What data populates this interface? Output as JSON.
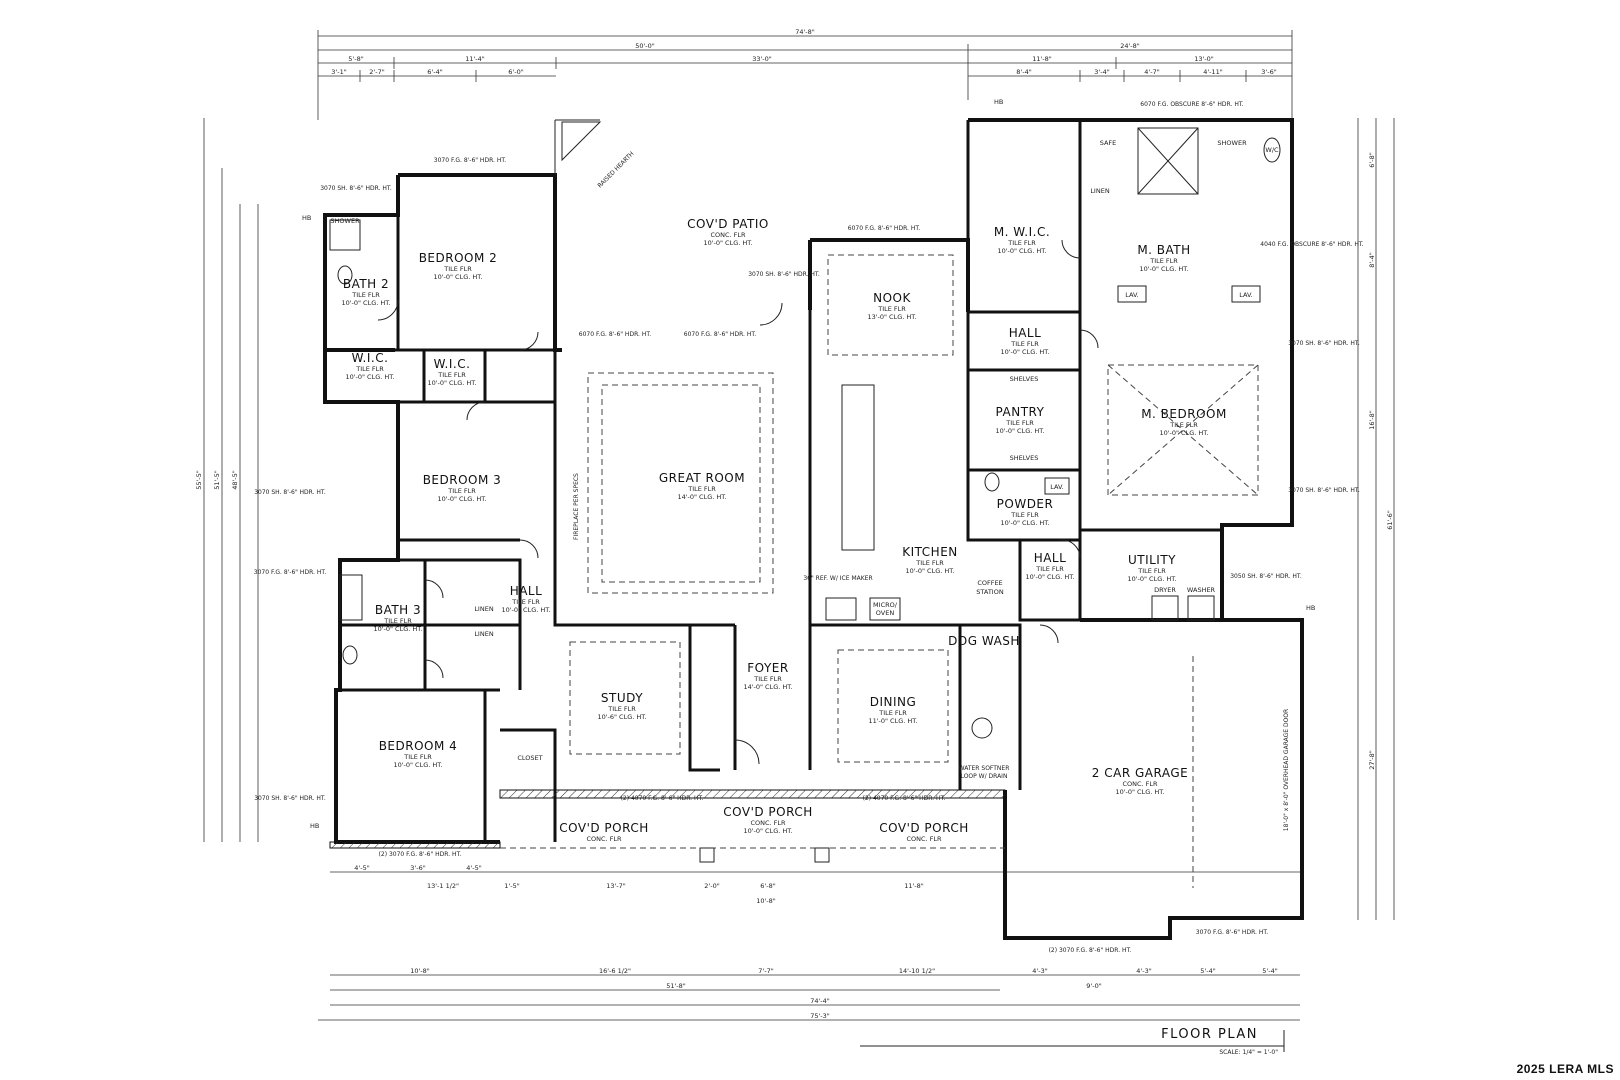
{
  "drawing": {
    "title": "FLOOR PLAN",
    "scale": "SCALE: 1/4\" = 1'-0\"",
    "watermark": "2025 LERA MLS"
  },
  "rooms": [
    {
      "id": "bedroom-2",
      "name": "BEDROOM 2",
      "lines": [
        "TILE FLR",
        "10'-0\" CLG. HT."
      ]
    },
    {
      "id": "bath-2",
      "name": "BATH 2",
      "lines": [
        "TILE FLR",
        "10'-0\" CLG. HT."
      ]
    },
    {
      "id": "wic-1",
      "name": "W.I.C.",
      "lines": [
        "TILE FLR",
        "10'-0\" CLG. HT."
      ]
    },
    {
      "id": "wic-2",
      "name": "W.I.C.",
      "lines": [
        "TILE FLR",
        "10'-0\" CLG. HT."
      ]
    },
    {
      "id": "bedroom-3",
      "name": "BEDROOM 3",
      "lines": [
        "TILE FLR",
        "10'-0\" CLG. HT."
      ]
    },
    {
      "id": "bath-3",
      "name": "BATH 3",
      "lines": [
        "TILE FLR",
        "10'-0\" CLG. HT."
      ]
    },
    {
      "id": "hall-1",
      "name": "HALL",
      "lines": [
        "TILE FLR",
        "10'-0\" CLG. HT."
      ]
    },
    {
      "id": "bedroom-4",
      "name": "BEDROOM 4",
      "lines": [
        "TILE FLR",
        "10'-0\" CLG. HT."
      ]
    },
    {
      "id": "covd-patio",
      "name": "COV'D PATIO",
      "lines": [
        "CONC. FLR",
        "10'-0\" CLG. HT."
      ]
    },
    {
      "id": "great-room",
      "name": "GREAT ROOM",
      "lines": [
        "TILE FLR",
        "14'-0\" CLG. HT."
      ]
    },
    {
      "id": "nook",
      "name": "NOOK",
      "lines": [
        "TILE FLR",
        "13'-0\" CLG. HT."
      ]
    },
    {
      "id": "kitchen",
      "name": "KITCHEN",
      "lines": [
        "TILE FLR",
        "10'-0\" CLG. HT."
      ]
    },
    {
      "id": "study",
      "name": "STUDY",
      "lines": [
        "TILE FLR",
        "10'-6\" CLG. HT."
      ]
    },
    {
      "id": "foyer",
      "name": "FOYER",
      "lines": [
        "TILE FLR",
        "14'-0\" CLG. HT."
      ]
    },
    {
      "id": "dining",
      "name": "DINING",
      "lines": [
        "TILE FLR",
        "11'-0\" CLG. HT."
      ]
    },
    {
      "id": "covd-porch-1",
      "name": "COV'D PORCH",
      "lines": [
        "CONC. FLR"
      ]
    },
    {
      "id": "covd-porch-2",
      "name": "COV'D PORCH",
      "lines": [
        "CONC. FLR",
        "10'-0\" CLG. HT."
      ]
    },
    {
      "id": "covd-porch-3",
      "name": "COV'D PORCH",
      "lines": [
        "CONC. FLR"
      ]
    },
    {
      "id": "m-wic",
      "name": "M. W.I.C.",
      "lines": [
        "TILE FLR",
        "10'-0\" CLG. HT."
      ]
    },
    {
      "id": "m-bath",
      "name": "M. BATH",
      "lines": [
        "TILE FLR",
        "10'-0\" CLG. HT."
      ]
    },
    {
      "id": "hall-2",
      "name": "HALL",
      "lines": [
        "TILE FLR",
        "10'-0\" CLG. HT."
      ]
    },
    {
      "id": "pantry",
      "name": "PANTRY",
      "lines": [
        "TILE FLR",
        "10'-0\" CLG. HT."
      ]
    },
    {
      "id": "m-bedroom",
      "name": "M. BEDROOM",
      "lines": [
        "TILE FLR",
        "10'-0\" CLG. HT."
      ]
    },
    {
      "id": "powder",
      "name": "POWDER",
      "lines": [
        "TILE FLR",
        "10'-0\" CLG. HT."
      ]
    },
    {
      "id": "hall-3",
      "name": "HALL",
      "lines": [
        "TILE FLR",
        "10'-0\" CLG. HT."
      ]
    },
    {
      "id": "utility",
      "name": "UTILITY",
      "lines": [
        "TILE FLR",
        "10'-0\" CLG. HT."
      ]
    },
    {
      "id": "dog-wash",
      "name": "DOG WASH",
      "lines": []
    },
    {
      "id": "garage",
      "name": "2 CAR GARAGE",
      "lines": [
        "CONC. FLR",
        "10'-0\" CLG. HT."
      ]
    }
  ],
  "labels": {
    "shower_1": "SHOWER",
    "shower_2": "SHOWER",
    "safe": "SAFE",
    "linen_m": "LINEN",
    "linen_1": "LINEN",
    "linen_2": "LINEN",
    "shelves_1": "SHELVES",
    "shelves_2": "SHELVES",
    "closet": "CLOSET",
    "coffee": "COFFEE",
    "station": "STATION",
    "dryer": "DRYER",
    "washer": "WASHER",
    "lav_1": "LAV.",
    "lav_2": "LAV.",
    "lav_3": "LAV.",
    "wc": "W/C",
    "micro": "MICRO/",
    "oven": "OVEN",
    "hb1": "HB",
    "hb2": "HB",
    "hb3": "HB",
    "hb4": "HB",
    "garage_door": "18'-0\" x 8'-0\" OVERHEAD GARAGE DOOR",
    "water_softener": "WATER SOFTNER",
    "loop": "LOOP W/ DRAIN",
    "fireplace": "FIREPLACE PER SPECS",
    "raised_hearth": "RAISED HEARTH",
    "ice_maker": "36\" REF. W/ ICE MAKER"
  },
  "windows": [
    "3070 SH. 8'-6\" HDR. HT.",
    "3070 F.G. 8'-6\" HDR. HT.",
    "6070 F.G. 8'-6\" HDR. HT.",
    "6070 F.G. 8'-6\" HDR. HT.",
    "3070 SH. 8'-6\" HDR. HT.",
    "6070 F.G. 8'-6\" HDR. HT.",
    "3070 SH. 8'-6\" HDR. HT.",
    "3070 F.G. 8'-6\" HDR. HT.",
    "3070 SH. 8'-6\" HDR. HT.",
    "(2) 3070 F.G. 8'-6\" HDR. HT.",
    "(2) 4070 F.G. 8'-6\" HDR. HT.",
    "(2) 4070 F.G. 8'-6\" HDR. HT.",
    "6070 F.G. OBSCURE 8'-6\" HDR. HT.",
    "4040 F.G. OBSCURE 8'-6\" HDR. HT.",
    "3070 SH. 8'-6\" HDR. HT.",
    "3070 SH. 8'-6\" HDR. HT.",
    "3050 SH. 8'-6\" HDR. HT.",
    "(2) 3070 F.G. 8'-6\" HDR. HT.",
    "3070 F.G. 8'-6\" HDR. HT."
  ],
  "dims_top": {
    "overall": "74'-8\"",
    "left_block": "50'-0\"",
    "right_block": "24'-8\"",
    "row2": [
      "5'-8\"",
      "11'-4\"",
      "33'-0\"",
      "11'-8\"",
      "13'-0\""
    ],
    "row3": [
      "3'-1\"",
      "2'-7\"",
      "6'-4\"",
      "6'-0\"",
      "8'-4\"",
      "3'-4\"",
      "4'-7\"",
      "4'-11\"",
      "3'-6\""
    ]
  },
  "dims_bottom": {
    "row1": [
      "4'-5\"",
      "3'-6\"",
      "4'-5\"",
      "13'-1 1/2\"",
      "1'-5\"",
      "13'-7\"",
      "2'-0\"",
      "6'-8\"",
      "11'-8\"",
      "10'-8\""
    ],
    "row2": [
      "10'-8\"",
      "16'-6 1/2\"",
      "7'-7\"",
      "14'-10 1/2\"",
      "4'-3\"",
      "9'-0\"",
      "4'-3\"",
      "5'-4\"",
      "5'-4\""
    ],
    "row3": [
      "51'-8\"",
      "74'-4\""
    ],
    "overall": "75'-3\""
  },
  "dims_left": [
    "55'-5\"",
    "51'-5\"",
    "48'-5\""
  ],
  "dims_right": [
    "6'-8\"",
    "27'-8\"",
    "61'-6\"",
    "8'-4\"",
    "16'-8\""
  ]
}
